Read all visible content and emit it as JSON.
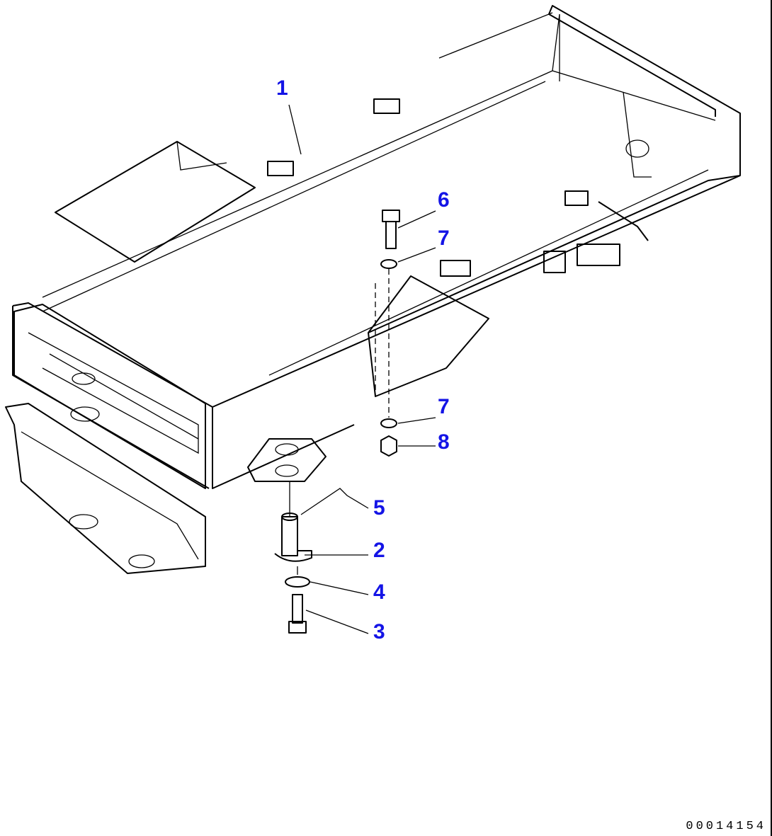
{
  "diagram": {
    "callouts": [
      {
        "label": "1",
        "part": "frame"
      },
      {
        "label": "6",
        "part": "bolt"
      },
      {
        "label": "7",
        "part": "washer-upper"
      },
      {
        "label": "7",
        "part": "washer-lower"
      },
      {
        "label": "8",
        "part": "nut"
      },
      {
        "label": "5",
        "part": "pin"
      },
      {
        "label": "2",
        "part": "plate"
      },
      {
        "label": "4",
        "part": "washer"
      },
      {
        "label": "3",
        "part": "bolt"
      }
    ],
    "drawing_id": "00014154",
    "callout_color": "#1414e6"
  }
}
